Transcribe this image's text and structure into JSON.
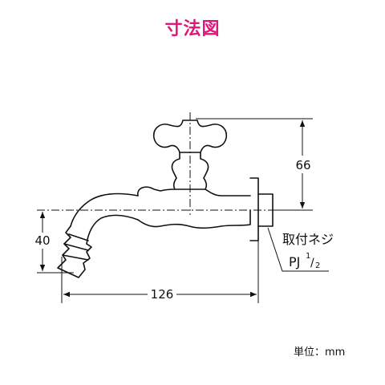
{
  "title": "寸法図",
  "colors": {
    "title": "#e0177a",
    "line": "#111111"
  },
  "dimensions": {
    "height_top": "66",
    "height_bottom": "40",
    "length": "126"
  },
  "connection": {
    "label": "取付ネジ",
    "thread_prefix": "PJ",
    "thread_num": "1",
    "thread_slash": "/",
    "thread_den": "2"
  },
  "unit": "単位：mm"
}
